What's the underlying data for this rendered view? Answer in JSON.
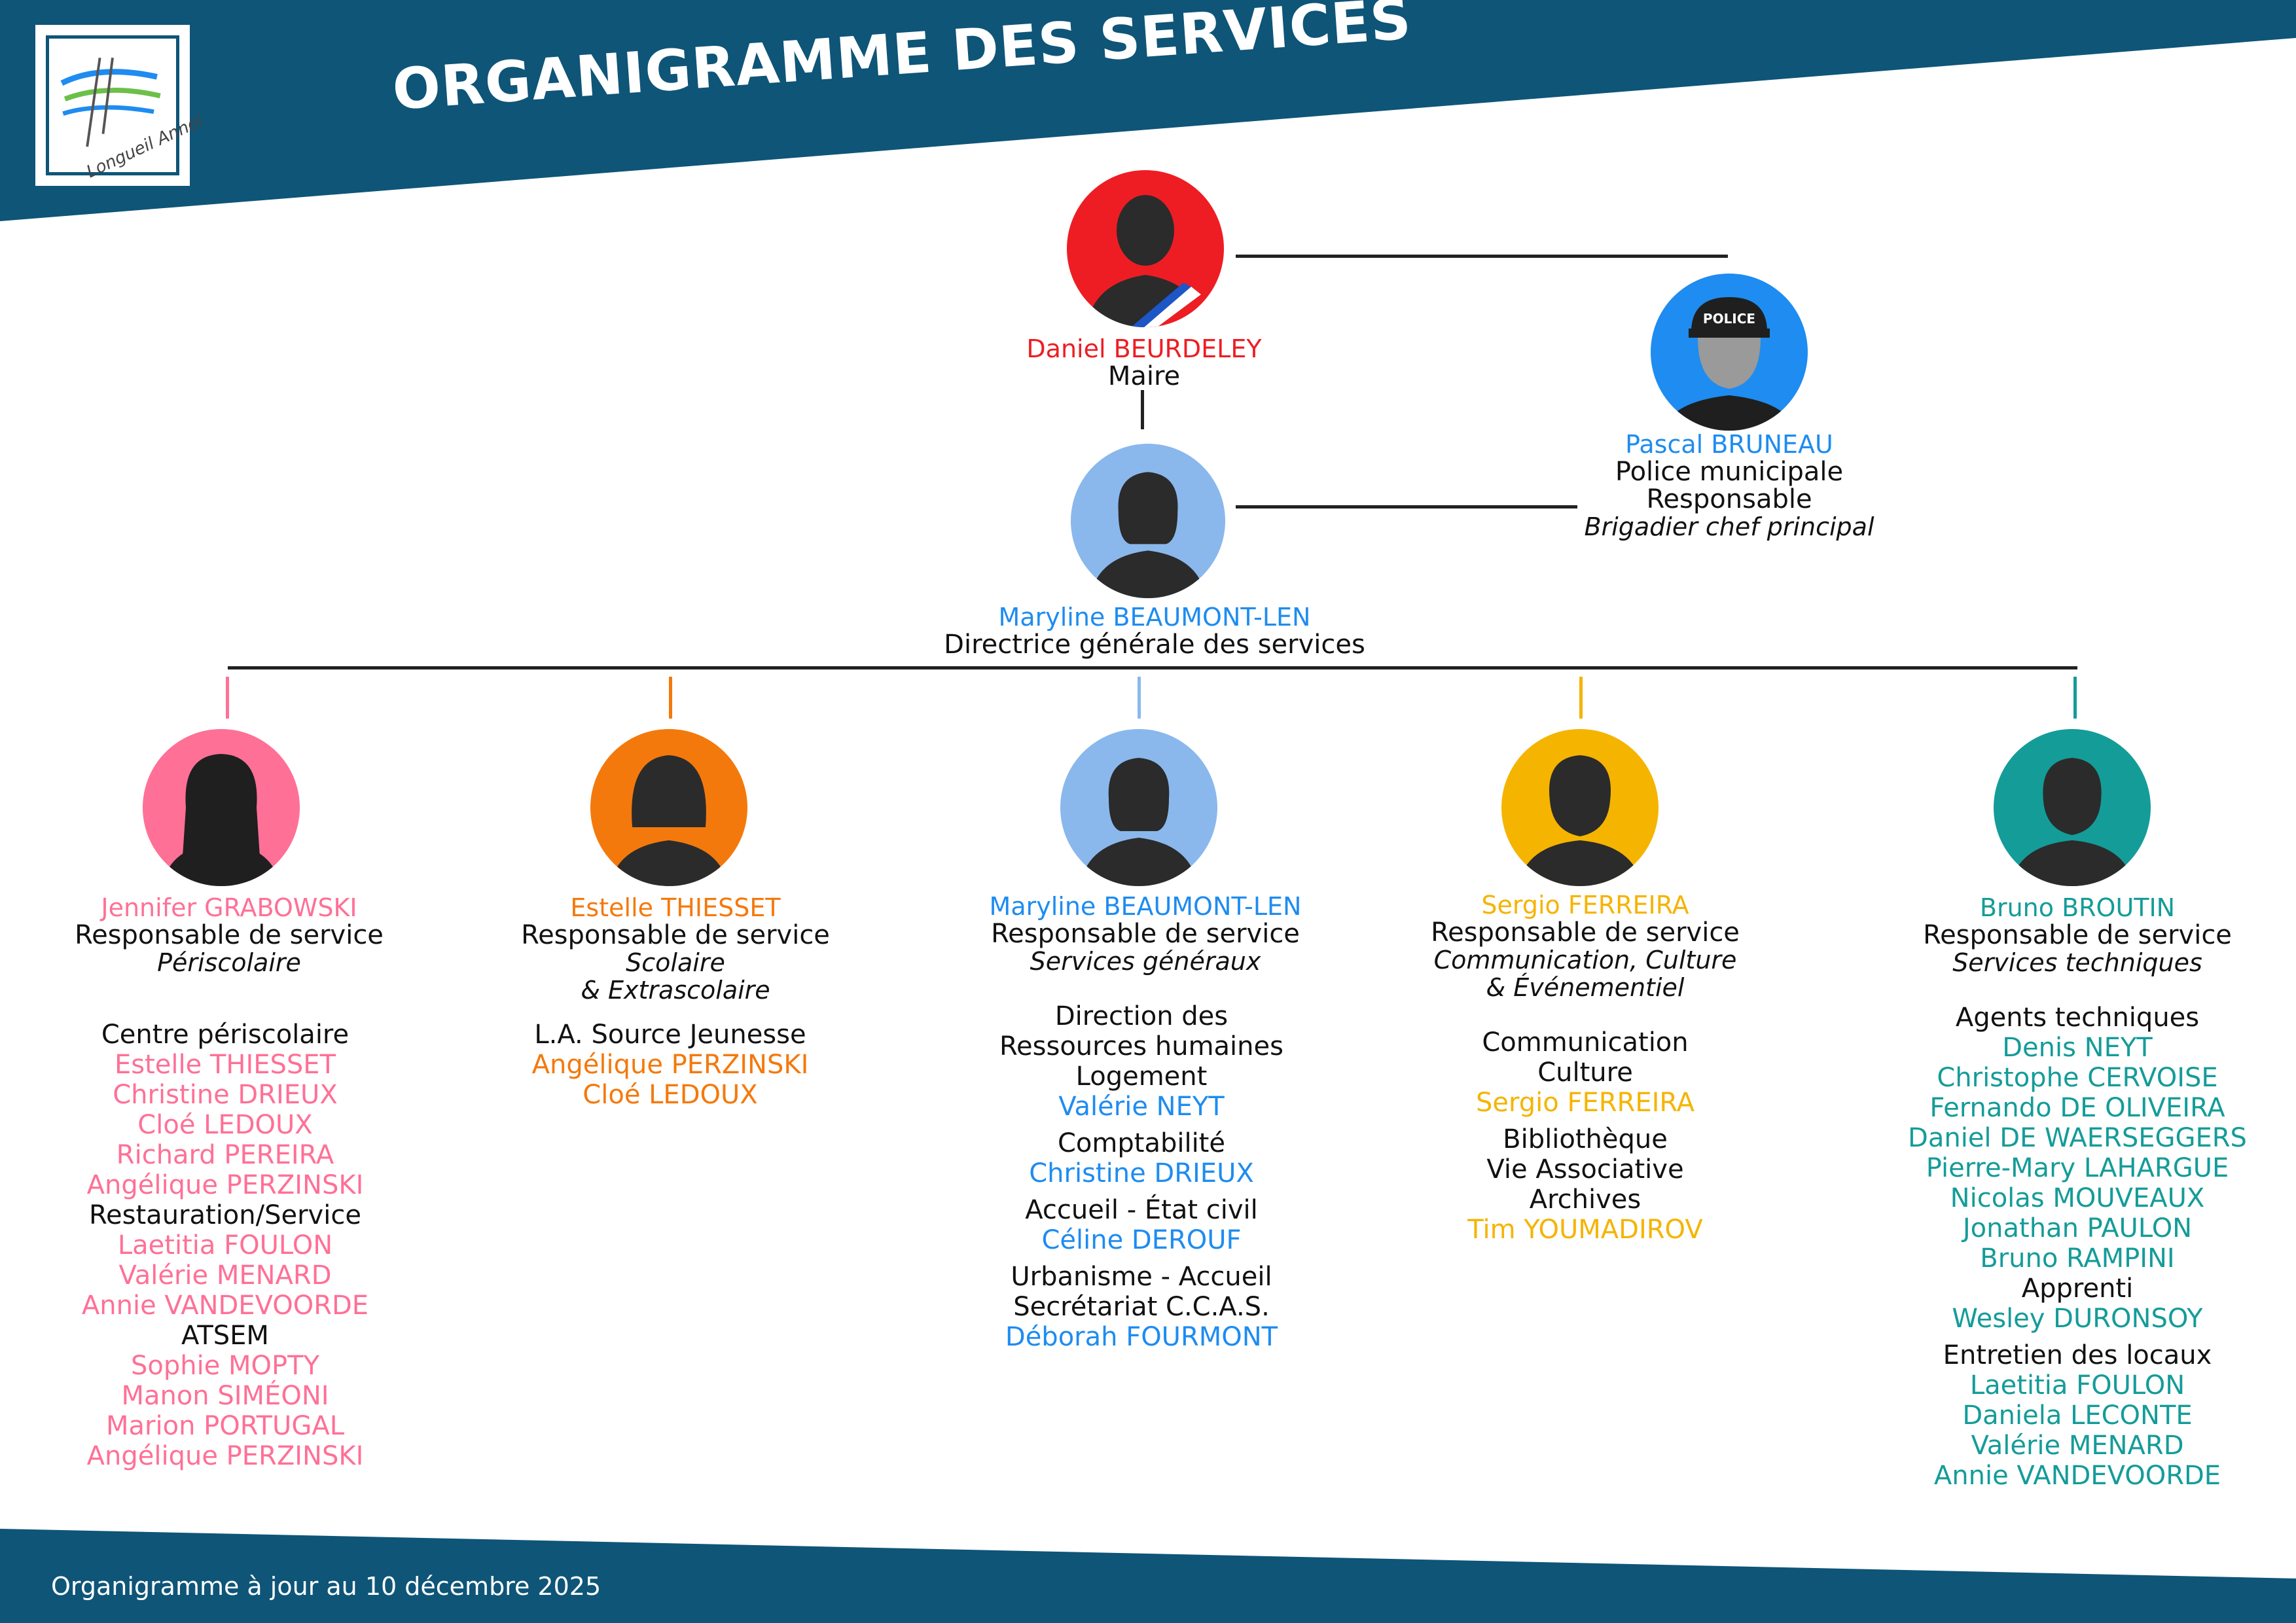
{
  "header": {
    "title": "ORGANIGRAMME DES SERVICES",
    "logo_text": "Longueil Annel"
  },
  "footer": {
    "text": "Organigramme à jour au 10 décembre 2025"
  },
  "colors": {
    "band": "#0e5578",
    "mayor": "#ee1d23",
    "police": "#1e8cf0",
    "dgs": "#8ab8ec",
    "pink": "#ff7096",
    "orange": "#f4790c",
    "lightblue": "#8ab8ec",
    "yellow": "#f5b400",
    "teal": "#149c99"
  },
  "mayor": {
    "name": "Daniel BEURDELEY",
    "role": "Maire"
  },
  "police": {
    "badge": "POLICE",
    "name": "Pascal BRUNEAU",
    "role": "Police municipale",
    "role2": "Responsable",
    "grade": "Brigadier chef principal"
  },
  "dgs": {
    "name": "Maryline BEAUMONT-LEN",
    "role": "Directrice générale des services"
  },
  "services": [
    {
      "name": "Jennifer GRABOWSKI",
      "role": "Responsable de service",
      "area": "Périscolaire",
      "area2": "",
      "groups": [
        {
          "title": "Centre périscolaire",
          "people": [
            "Estelle THIESSET",
            "Christine DRIEUX",
            "Cloé LEDOUX",
            "Richard PEREIRA",
            "Angélique PERZINSKI"
          ]
        },
        {
          "title": "Restauration/Service",
          "people": [
            "Laetitia FOULON",
            "Valérie MENARD",
            "Annie VANDEVOORDE"
          ]
        },
        {
          "title": "ATSEM",
          "people": [
            "Sophie MOPTY",
            "Manon SIMÉONI",
            "Marion PORTUGAL",
            "Angélique PERZINSKI"
          ]
        }
      ]
    },
    {
      "name": "Estelle THIESSET",
      "role": "Responsable de service",
      "area": "Scolaire",
      "area2": "& Extrascolaire",
      "groups": [
        {
          "title": "L.A. Source Jeunesse",
          "people": [
            "Angélique PERZINSKI",
            "Cloé LEDOUX"
          ]
        }
      ]
    },
    {
      "name": "Maryline BEAUMONT-LEN",
      "role": "Responsable de service",
      "area": "Services généraux",
      "area2": "",
      "groups": [
        {
          "title": "Direction des",
          "title2": "Ressources humaines",
          "title3": "Logement",
          "people": [
            "Valérie NEYT"
          ]
        },
        {
          "title": "Comptabilité",
          "people": [
            "Christine DRIEUX"
          ]
        },
        {
          "title": "Accueil - État civil",
          "people": [
            "Céline DEROUF"
          ]
        },
        {
          "title": "Urbanisme - Accueil",
          "title2": "Secrétariat C.C.A.S.",
          "people": [
            "Déborah FOURMONT"
          ]
        }
      ]
    },
    {
      "name": "Sergio FERREIRA",
      "role": "Responsable de service",
      "area": "Communication, Culture",
      "area2": "& Événementiel",
      "groups": [
        {
          "title": "Communication",
          "title2": "Culture",
          "people": [
            "Sergio FERREIRA"
          ]
        },
        {
          "title": "Bibliothèque",
          "title2": "Vie Associative",
          "title3": "Archives",
          "people": [
            "Tim YOUMADIROV"
          ]
        }
      ]
    },
    {
      "name": "Bruno BROUTIN",
      "role": "Responsable de service",
      "area": "Services techniques",
      "area2": "",
      "groups": [
        {
          "title": "Agents techniques",
          "people": [
            "Denis NEYT",
            "Christophe CERVOISE",
            "Fernando DE OLIVEIRA",
            "Daniel DE WAERSEGGERS",
            "Pierre-Mary LAHARGUE",
            "Nicolas MOUVEAUX",
            "Jonathan PAULON",
            "Bruno RAMPINI"
          ]
        },
        {
          "title": "Apprenti",
          "people": [
            "Wesley DURONSOY"
          ]
        },
        {
          "title": "Entretien des locaux",
          "people": [
            "Laetitia FOULON",
            "Daniela LECONTE",
            "Valérie MENARD",
            "Annie VANDEVOORDE"
          ]
        }
      ]
    }
  ]
}
